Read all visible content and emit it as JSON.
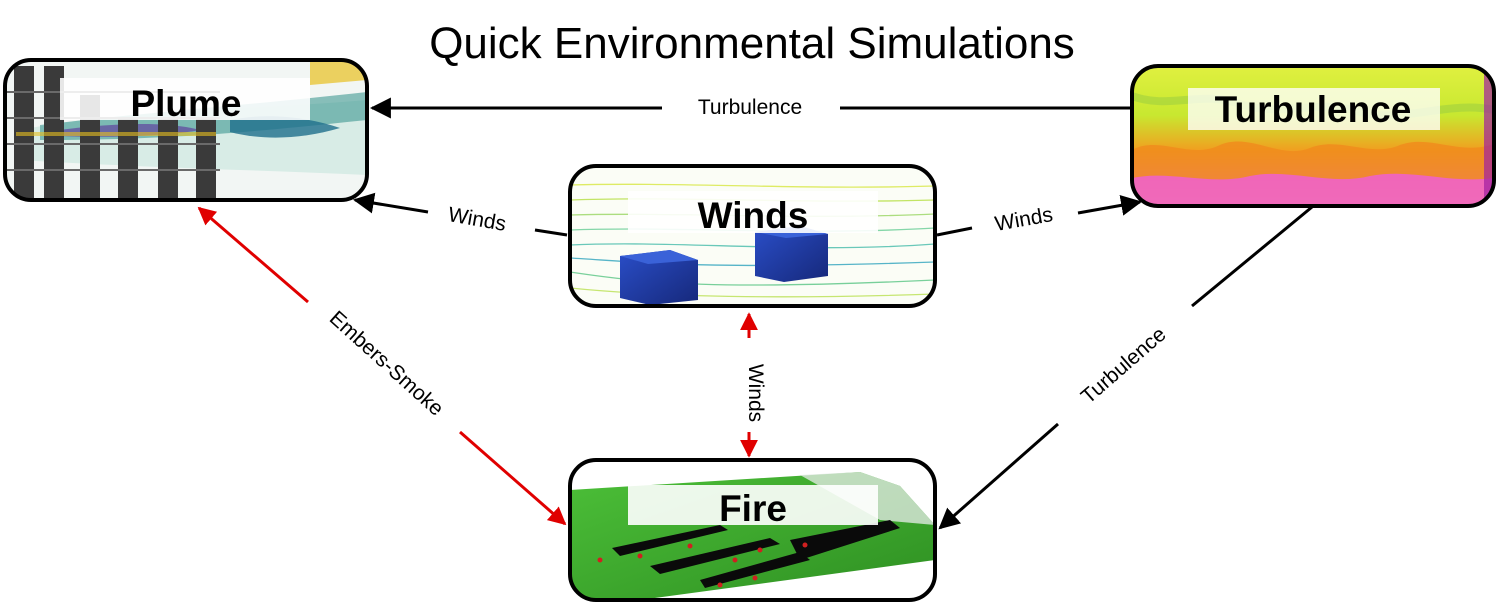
{
  "title": "Quick Environmental Simulations",
  "nodes": {
    "plume": "Plume",
    "winds": "Winds",
    "turbulence": "Turbulence",
    "fire": "Fire"
  },
  "edges": [
    {
      "from": "Turbulence",
      "to": "Plume",
      "label": "Turbulence",
      "color": "#000000"
    },
    {
      "from": "Winds",
      "to": "Plume",
      "label": "Winds",
      "color": "#000000"
    },
    {
      "from": "Winds",
      "to": "Turbulence",
      "label": "Winds",
      "color": "#000000"
    },
    {
      "from": "Turbulence",
      "to": "Fire",
      "label": "Turbulence",
      "color": "#000000"
    },
    {
      "from": "Fire",
      "to": "Plume",
      "label": "Embers-Smoke",
      "color": "#e00000",
      "bidirectional": true
    },
    {
      "from": "Fire",
      "to": "Winds",
      "label": "Winds",
      "color": "#e00000",
      "bidirectional": true
    }
  ],
  "colors": {
    "black_edge": "#000000",
    "red_edge": "#e00000",
    "fire_green": "#3aa62a",
    "winds_blue": "#1f3fa8"
  }
}
